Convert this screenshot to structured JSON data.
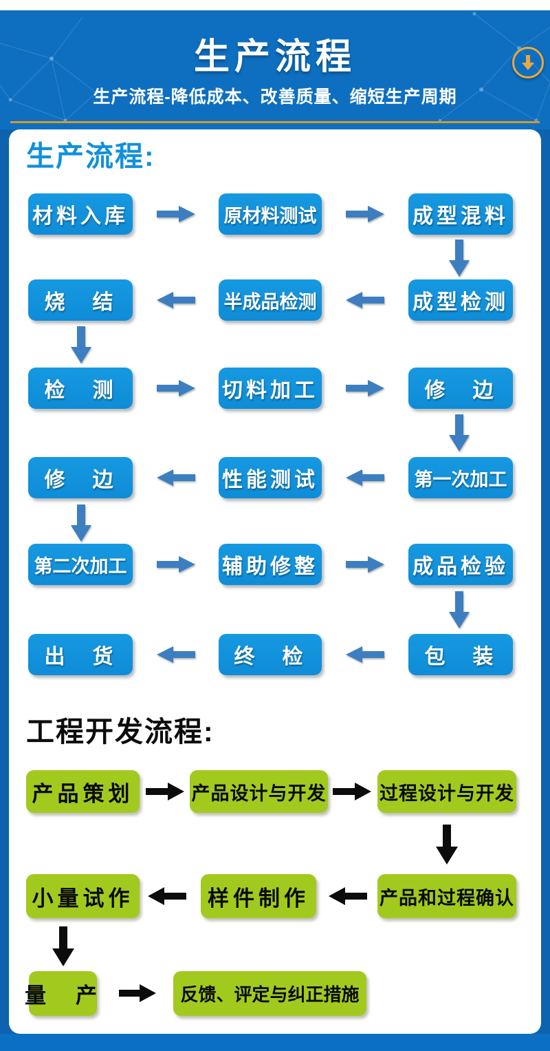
{
  "header": {
    "title": "生产流程",
    "subtitle": "生产流程-降低成本、改善质量、缩短生产周期",
    "colors": {
      "header_bg": "#0e6fc0",
      "accent_gold": "#d6992b",
      "icon_gold": "#e9a83c"
    }
  },
  "production_flow": {
    "heading": "生产流程:",
    "box_color": "#1191dc",
    "arrow_color": "#3d7ec0",
    "rows": [
      {
        "direction": "right",
        "boxes": [
          "材料入库",
          "原材料测试",
          "成型混料"
        ]
      },
      {
        "direction": "left",
        "boxes": [
          "烧　结",
          "半成品检测",
          "成型检测"
        ]
      },
      {
        "direction": "right",
        "boxes": [
          "检　测",
          "切料加工",
          "修　边"
        ]
      },
      {
        "direction": "left",
        "boxes": [
          "修　边",
          "性能测试",
          "第一次加工"
        ]
      },
      {
        "direction": "right",
        "boxes": [
          "第二次加工",
          "辅助修整",
          "成品检验"
        ]
      },
      {
        "direction": "left",
        "boxes": [
          "出　货",
          "终　检",
          "包　装"
        ]
      }
    ]
  },
  "engineering_flow": {
    "heading": "工程开发流程:",
    "box_color": "#a2ca1e",
    "arrow_color": "#0c0c0c",
    "rows": [
      {
        "direction": "right",
        "boxes": [
          "产品策划",
          "产品设计与开发",
          "过程设计与开发"
        ]
      },
      {
        "direction": "left",
        "boxes": [
          "小量试作",
          "样件制作",
          "产品和过程确认"
        ]
      },
      {
        "direction": "right",
        "boxes": [
          "量　产",
          "反馈、评定与纠正措施"
        ]
      }
    ]
  }
}
